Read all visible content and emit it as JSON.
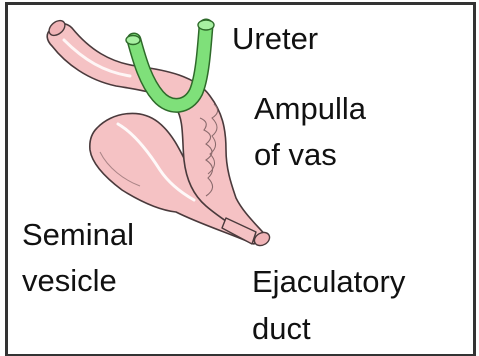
{
  "diagram": {
    "labels": {
      "ureter": "Ureter",
      "ampulla_line1": "Ampulla",
      "ampulla_line2": "of vas",
      "seminal_line1": "Seminal",
      "seminal_line2": "vesicle",
      "ejaculatory_line1": "Ejaculatory",
      "ejaculatory_line2": "duct"
    },
    "colors": {
      "tissue_fill": "#f5c2c4",
      "tissue_stroke": "#4a3a3c",
      "ureter_fill": "#7fe07a",
      "ureter_stroke": "#2e6a2a",
      "frame": "#333333",
      "label_text": "#111111"
    }
  }
}
